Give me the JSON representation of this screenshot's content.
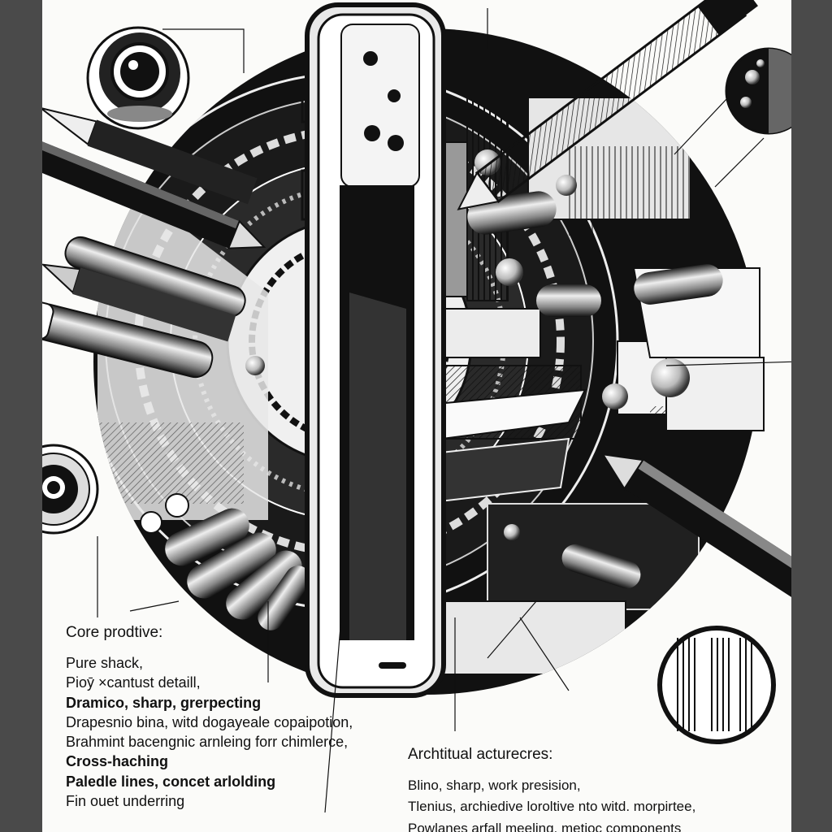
{
  "palette": {
    "ink": "#111111",
    "paper": "#fbfbf9",
    "frame": "#4a4a4a",
    "mid": "#8a8a8a",
    "light": "#d8d8d8"
  },
  "illustration": {
    "subject": "exploded-phone-technical-drawing",
    "icons": [
      "camera-lens-icon",
      "phone-icon",
      "pen-icon",
      "pencil-icon",
      "marker-icon",
      "magnifier-icon"
    ]
  },
  "notes_left": {
    "heading": "Core prodtive:",
    "lines": [
      "Pure shack,",
      "Pioӯ ×cantust detaill,",
      "Dramico, sharp, grerpecting",
      "Drapesnio bina, witd dogayeale copaipotion,",
      "Brahmint bacengnic arnleing forr chimlerce,",
      "Cross-haching",
      "Paledle lines, concet arlolding",
      "Fin ouet underring"
    ]
  },
  "notes_right": {
    "heading": "Archtitual acturecres:",
    "lines": [
      "Blino, sharp, work presision,",
      "Tlenius, archiedive loroltive nto witd. morpirtee,",
      "Powlanes arfall meeling, metioc components"
    ]
  }
}
